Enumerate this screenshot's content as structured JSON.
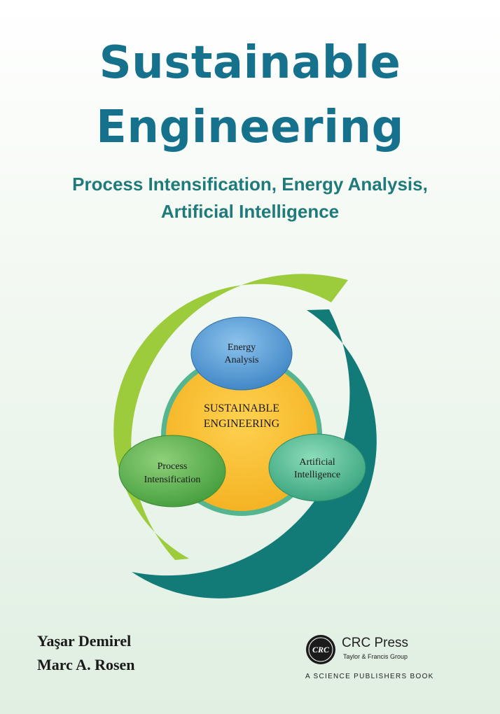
{
  "book": {
    "title_line1": "Sustainable",
    "title_line2": "Engineering",
    "subtitle_line1": "Process Intensification, Energy Analysis,",
    "subtitle_line2": "Artificial Intelligence"
  },
  "diagram": {
    "center_line1": "SUSTAINABLE",
    "center_line2": "ENGINEERING",
    "top_line1": "Energy",
    "top_line2": "Analysis",
    "left_line1": "Process",
    "left_line2": "Intensification",
    "right_line1": "Artificial",
    "right_line2": "Intelligence"
  },
  "authors": [
    "Yaşar Demirel",
    "Marc A. Rosen"
  ],
  "publisher": {
    "logo_text": "CRC",
    "name": "CRC Press",
    "group": "Taylor & Francis Group",
    "line": "A SCIENCE PUBLISHERS BOOK"
  },
  "colors": {
    "title": "#15718c",
    "subtitle": "#1f7a7a",
    "ring_green": "#9ccb3b",
    "ring_teal": "#127b78",
    "center_circle": "#f6bd2f",
    "energy": "#4c93cf",
    "process": "#56ab43",
    "ai": "#3fb08a"
  }
}
